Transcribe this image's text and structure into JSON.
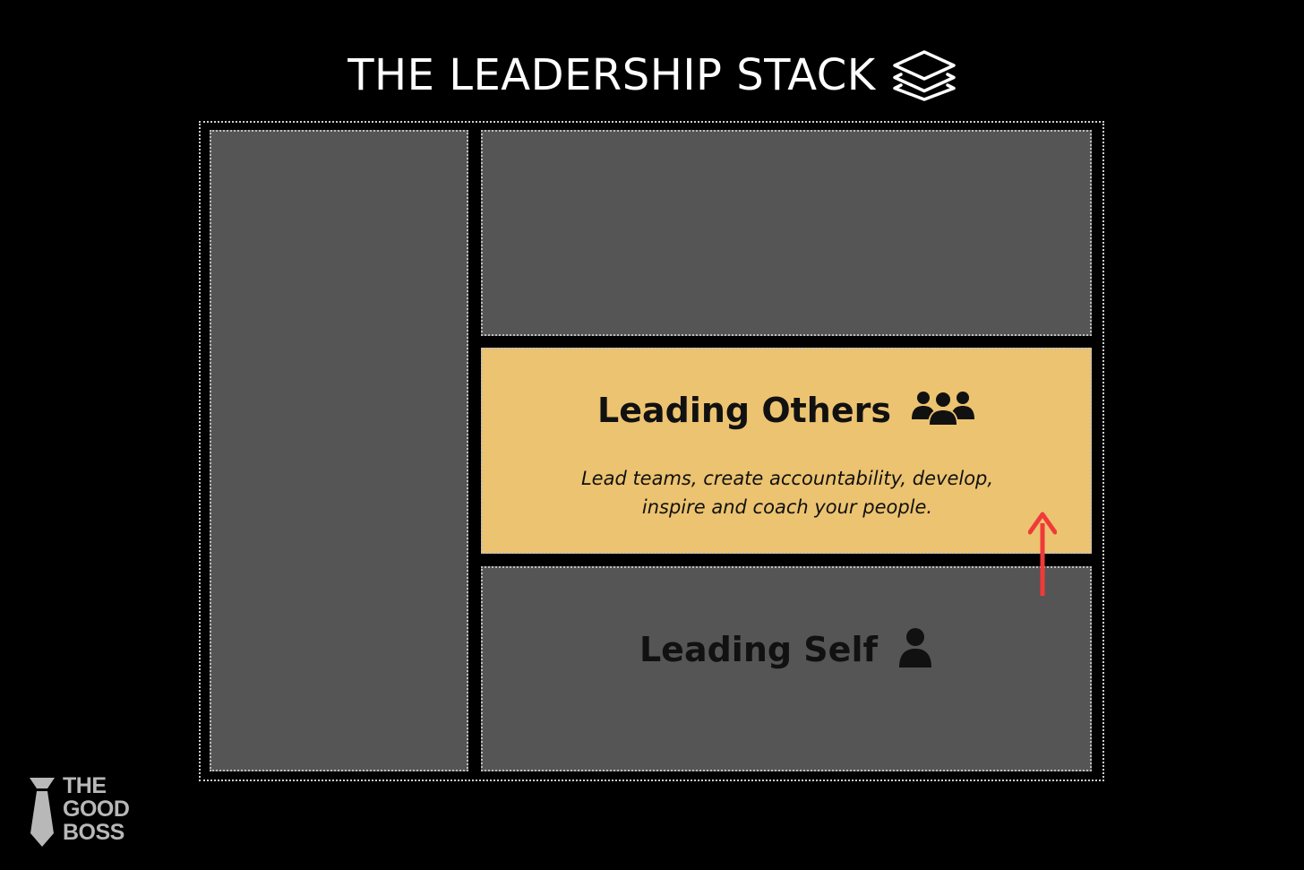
{
  "title": {
    "text": "THE LEADERSHIP STACK",
    "icon": "layers-icon"
  },
  "panels": {
    "left": {
      "label": ""
    },
    "top": {
      "label": ""
    },
    "leading_others": {
      "heading": "Leading Others",
      "icon": "group-icon",
      "description_line1": "Lead teams, create accountability, develop,",
      "description_line2": "inspire and coach your people.",
      "color": "#ecc370"
    },
    "leading_self": {
      "heading": "Leading Self",
      "icon": "person-icon"
    }
  },
  "arrow": {
    "direction": "up",
    "color": "#f03a3a",
    "icon": "up-arrow-icon"
  },
  "logo": {
    "line1": "THE",
    "line2": "GOOD",
    "line3": "BOSS",
    "icon": "tie-icon"
  },
  "colors": {
    "background": "#000000",
    "panel": "#555555",
    "highlight": "#ecc370",
    "logo": "#b8b8b8"
  }
}
